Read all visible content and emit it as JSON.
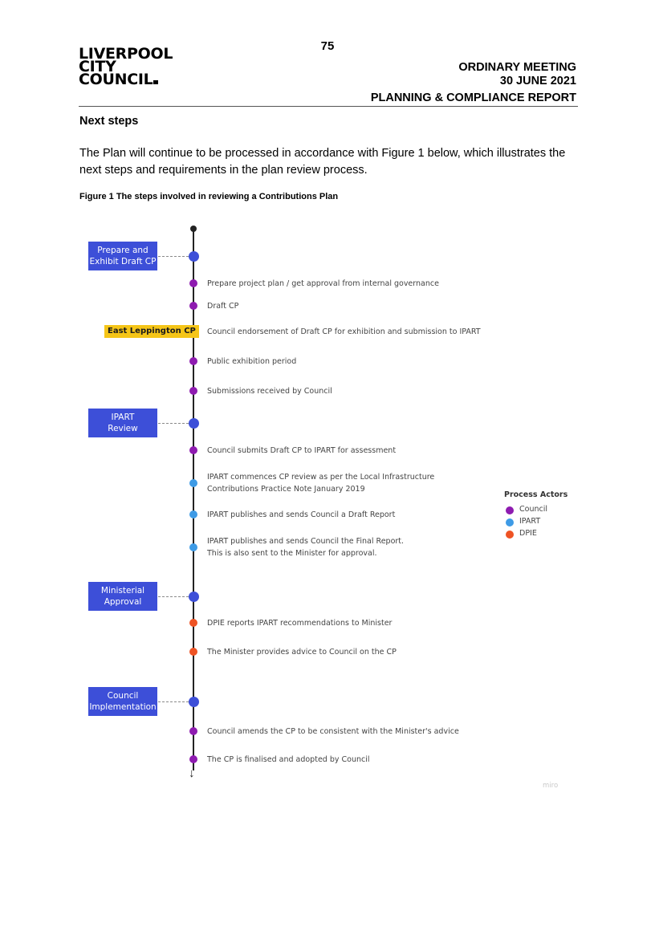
{
  "header": {
    "page_number": "75",
    "logo_lines": [
      "LIVERPOOL",
      "CITY",
      "COUNCIL"
    ],
    "meeting": "ORDINARY MEETING",
    "date": "30 JUNE 2021",
    "report": "PLANNING & COMPLIANCE REPORT"
  },
  "body": {
    "section_heading": "Next steps",
    "intro": "The Plan will continue to be processed in accordance with Figure 1 below, which illustrates the next steps and requirements in the plan review process.",
    "figure_caption": "Figure 1 The steps involved in reviewing a Contributions Plan"
  },
  "diagram": {
    "colors": {
      "stage": "#3d4fd8",
      "Council": "#8e1bb0",
      "IPART": "#3e9be6",
      "DPIE": "#ee5324",
      "tag": "#f5c518"
    },
    "stages": [
      {
        "lines": [
          "Prepare and",
          "Exhibit Draft CP"
        ]
      },
      {
        "lines": [
          "IPART",
          "Review"
        ]
      },
      {
        "lines": [
          "Ministerial",
          "Approval"
        ]
      },
      {
        "lines": [
          "Council",
          "Implementation"
        ]
      }
    ],
    "steps": [
      {
        "text": [
          "Prepare project plan / get approval from internal governance"
        ],
        "actor": "Council"
      },
      {
        "text": [
          "Draft CP"
        ],
        "actor": "Council"
      },
      {
        "text": [
          "Council endorsement of Draft CP for exhibition and submission to IPART"
        ],
        "actor": "Council"
      },
      {
        "text": [
          "Public exhibition period"
        ],
        "actor": "Council"
      },
      {
        "text": [
          "Submissions received by Council"
        ],
        "actor": "Council"
      },
      {
        "text": [
          "Council submits Draft CP to IPART for assessment"
        ],
        "actor": "Council"
      },
      {
        "text": [
          "IPART commences CP review as per the Local Infrastructure",
          "Contributions Practice Note January 2019"
        ],
        "actor": "IPART"
      },
      {
        "text": [
          "IPART publishes and sends Council a Draft Report"
        ],
        "actor": "IPART"
      },
      {
        "text": [
          "IPART publishes and sends Council the Final Report.",
          "This is also sent to the Minister for approval."
        ],
        "actor": "IPART"
      },
      {
        "text": [
          "DPIE reports IPART recommendations to Minister"
        ],
        "actor": "DPIE"
      },
      {
        "text": [
          "The Minister provides advice to Council on the CP"
        ],
        "actor": "DPIE"
      },
      {
        "text": [
          "Council amends the CP to be consistent with the Minister's advice"
        ],
        "actor": "Council"
      },
      {
        "text": [
          "The CP is finalised and adopted by Council"
        ],
        "actor": "Council"
      }
    ],
    "tag_label": "East Leppington CP",
    "legend": {
      "title": "Process Actors",
      "items": [
        {
          "label": "Council",
          "actor": "Council"
        },
        {
          "label": "IPART",
          "actor": "IPART"
        },
        {
          "label": "DPIE",
          "actor": "DPIE"
        }
      ]
    },
    "watermark": "miro"
  }
}
